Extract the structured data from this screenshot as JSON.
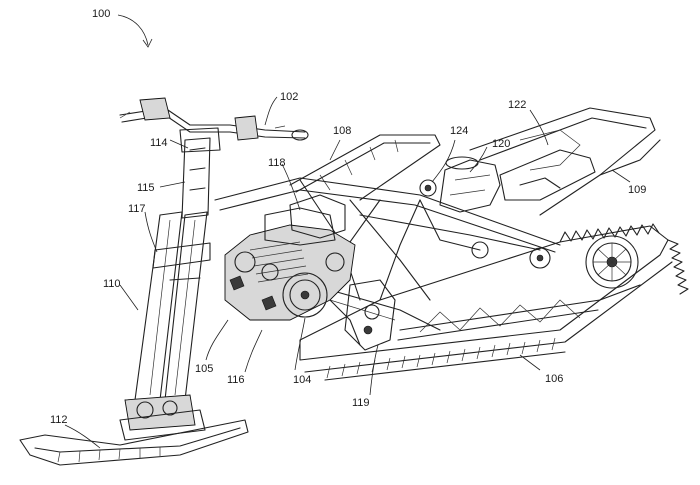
{
  "figure": {
    "reference_numerals": [
      {
        "id": "n100",
        "text": "100"
      },
      {
        "id": "n102",
        "text": "102"
      },
      {
        "id": "n104",
        "text": "104"
      },
      {
        "id": "n105",
        "text": "105"
      },
      {
        "id": "n106",
        "text": "106"
      },
      {
        "id": "n108",
        "text": "108"
      },
      {
        "id": "n109",
        "text": "109"
      },
      {
        "id": "n110",
        "text": "110"
      },
      {
        "id": "n112",
        "text": "112"
      },
      {
        "id": "n114",
        "text": "114"
      },
      {
        "id": "n115",
        "text": "115"
      },
      {
        "id": "n116",
        "text": "116"
      },
      {
        "id": "n117",
        "text": "117"
      },
      {
        "id": "n118",
        "text": "118"
      },
      {
        "id": "n119",
        "text": "119"
      },
      {
        "id": "n120",
        "text": "120"
      },
      {
        "id": "n122",
        "text": "122"
      },
      {
        "id": "n124",
        "text": "124"
      }
    ]
  }
}
